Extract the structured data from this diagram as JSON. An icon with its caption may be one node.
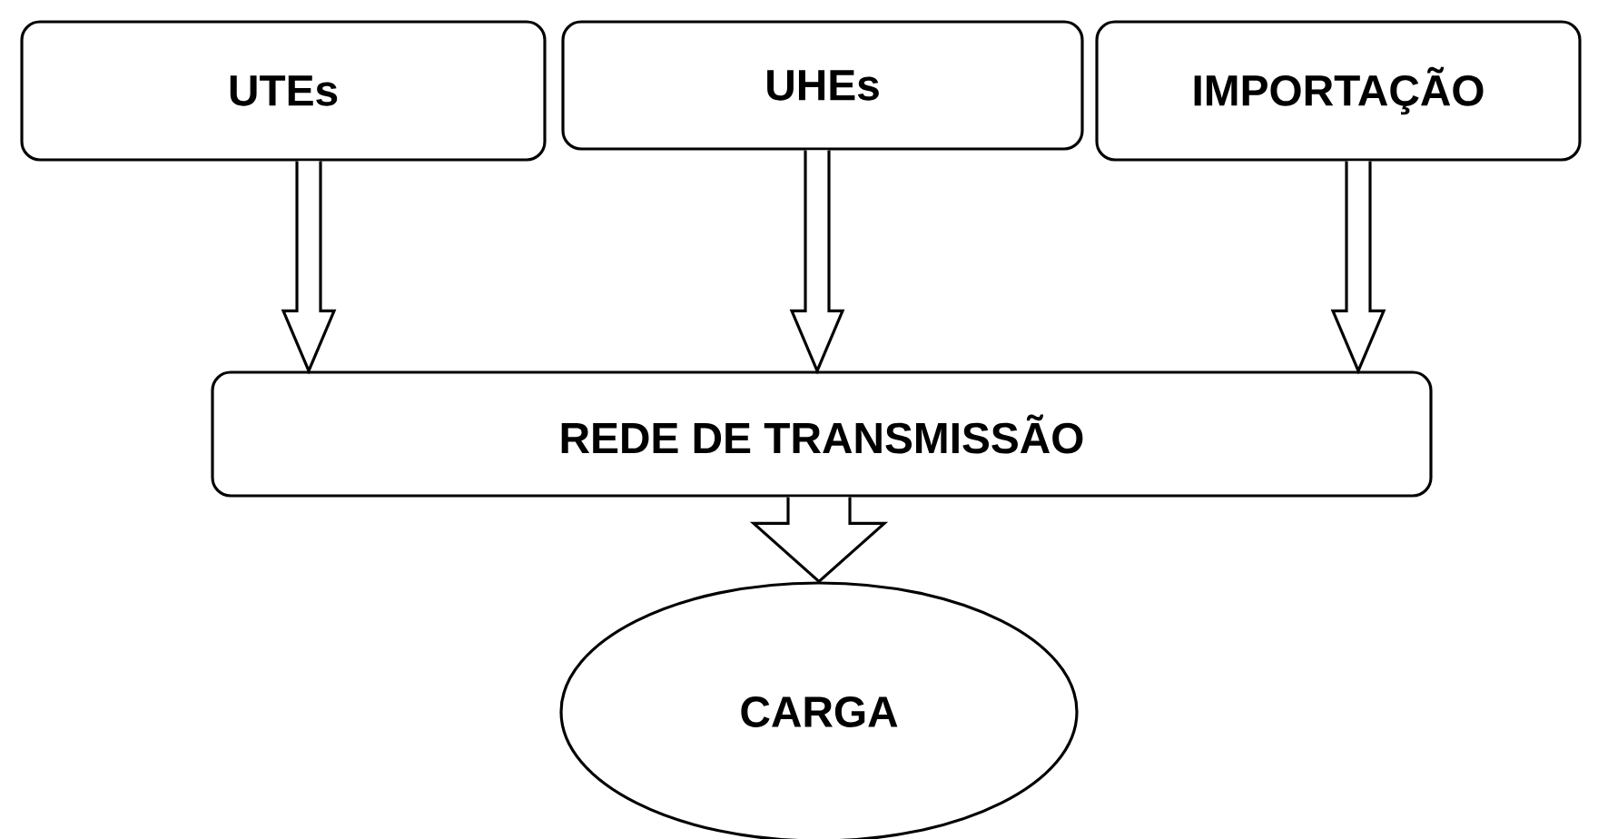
{
  "diagram": {
    "nodes": [
      {
        "text": [
          "UTEs"
        ]
      },
      {
        "text": [
          "UHEs"
        ]
      },
      {
        "text": [
          "IMPORTAÇÃO"
        ]
      },
      {
        "text": [
          "REDE DE TRANSMISSÃO"
        ]
      },
      {
        "text": [
          "CARGA"
        ]
      }
    ],
    "edges": [
      {
        "from": 0,
        "to": 3,
        "arrow": "to"
      },
      {
        "from": 1,
        "to": 3,
        "arrow": "to"
      },
      {
        "from": 2,
        "to": 3,
        "arrow": "to"
      },
      {
        "from": 3,
        "to": 4,
        "arrow": "to"
      }
    ]
  }
}
